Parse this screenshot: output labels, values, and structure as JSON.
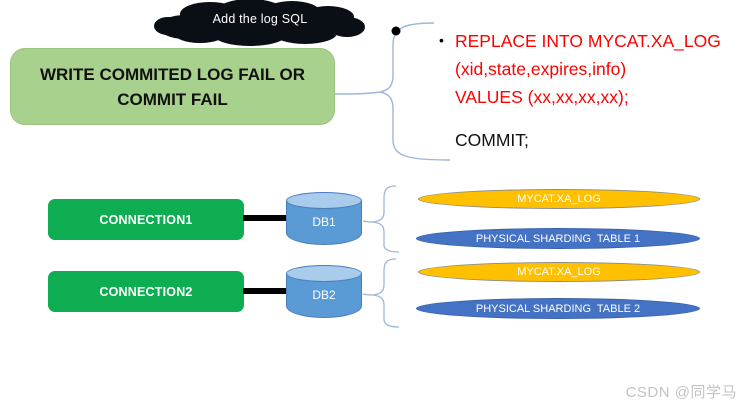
{
  "callout": {
    "label": "Add the log SQL"
  },
  "title_box": {
    "line1": "WRITE COMMITED LOG FAIL OR",
    "line2": "COMMIT FAIL"
  },
  "sql_note": {
    "bullet": "•",
    "red_lines": [
      "REPLACE INTO MYCAT.XA_LOG",
      "(xid,state,expires,info)",
      "VALUES (xx,xx,xx,xx);"
    ],
    "commit_line": "COMMIT;"
  },
  "rows": [
    {
      "connection": "CONNECTION1",
      "db": "DB1",
      "log_table": "MYCAT.XA_LOG",
      "shard_table": "PHYSICAL SHARDING  TABLE 1"
    },
    {
      "connection": "CONNECTION2",
      "db": "DB2",
      "log_table": "MYCAT.XA_LOG",
      "shard_table": "PHYSICAL SHARDING  TABLE 2"
    }
  ],
  "watermark": "CSDN @同学马",
  "colors": {
    "title_box_bg": "#A9D18E",
    "connection_green": "#0FAD52",
    "cylinder_blue": "#5B9BD5",
    "cylinder_top": "#A9CCEC",
    "log_ellipse_orange": "#FFC000",
    "shard_ellipse_blue": "#4472C4",
    "sql_text_red": "#FF0000",
    "brace_stroke": "#9DB6D9",
    "cloud_black": "#0A0E15",
    "watermark_gray": "#C3C3C3"
  }
}
